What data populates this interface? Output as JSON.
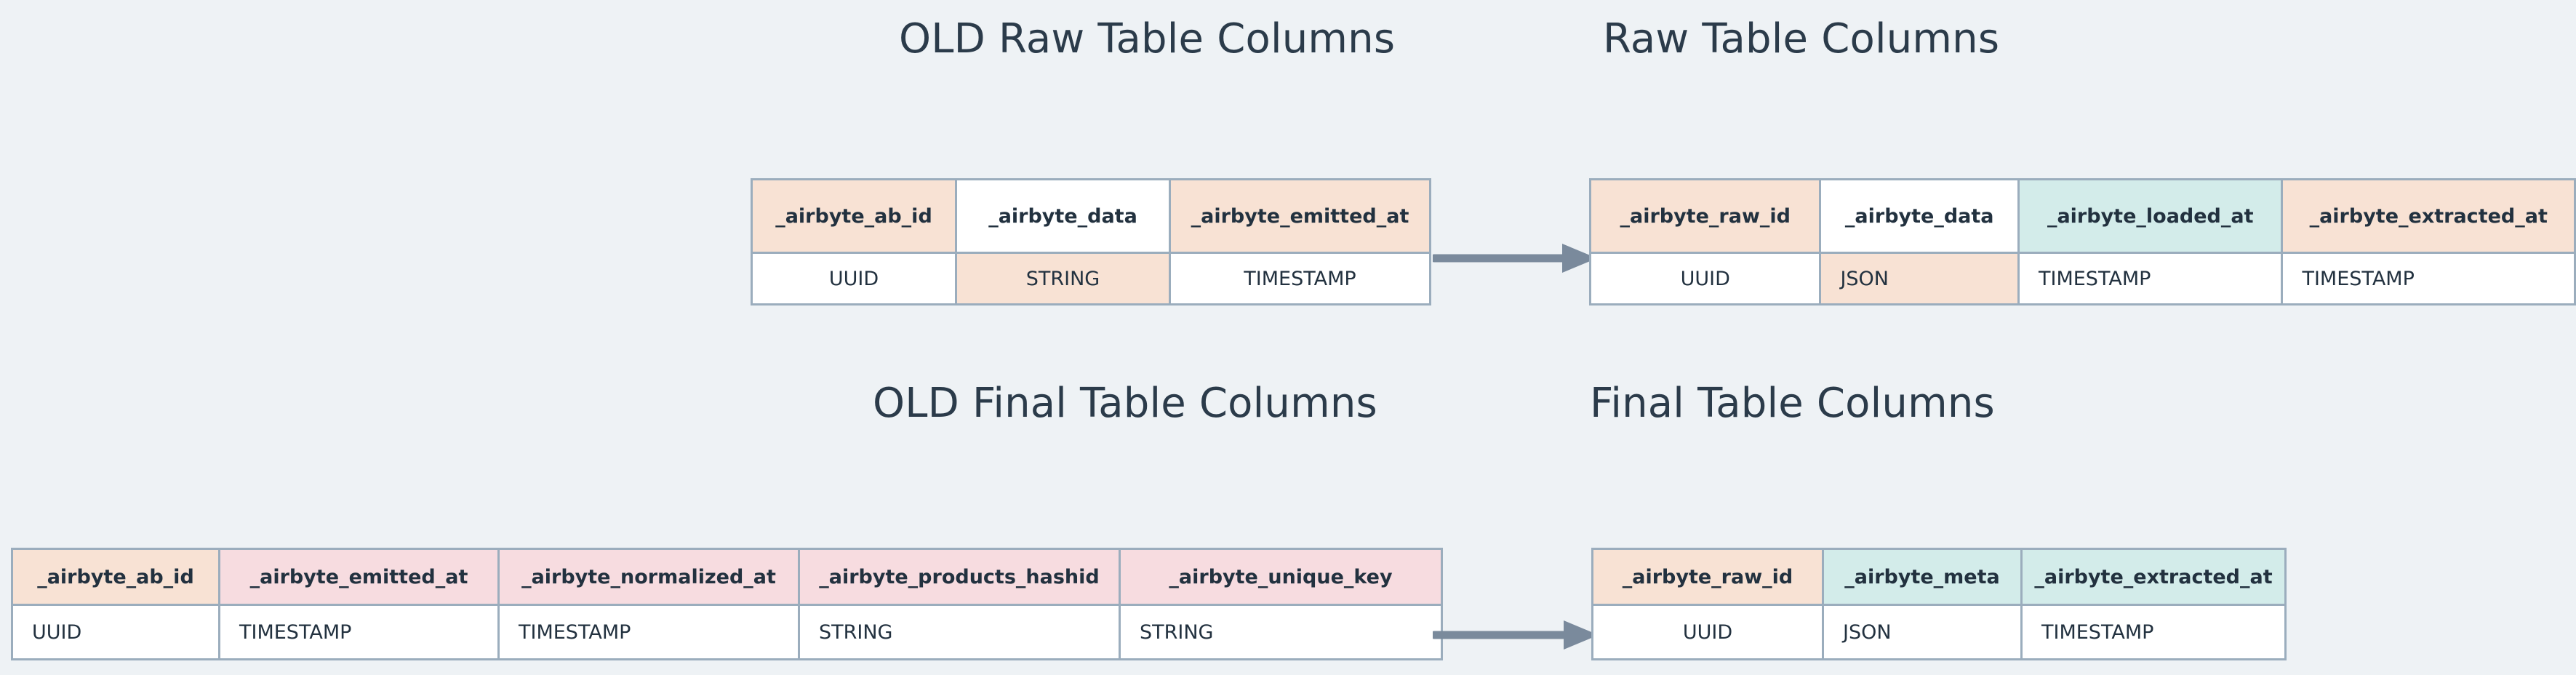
{
  "background_color": "#eef2f5",
  "palette": {
    "peach": "#f8e2d4",
    "mint": "#d3ecea",
    "pink": "#f7dce0",
    "white": "#ffffff",
    "border": "#9badbd",
    "text": "#22313f",
    "title_text": "#2b3b4a",
    "arrow": "#7a8a9c"
  },
  "titles": {
    "old_raw": "OLD Raw Table Columns",
    "new_raw": "Raw Table Columns",
    "old_final": "OLD Final Table Columns",
    "new_final": "Final Table Columns"
  },
  "arrows": {
    "raw_label": "arrow-right",
    "final_label": "arrow-right"
  },
  "tables": {
    "old_raw": {
      "headers": [
        {
          "label": "_airbyte_ab_id",
          "fill": "peach"
        },
        {
          "label": "_airbyte_data",
          "fill": "white"
        },
        {
          "label": "_airbyte_emitted_at",
          "fill": "peach"
        }
      ],
      "row": [
        {
          "value": "UUID",
          "fill": "white"
        },
        {
          "value": "STRING",
          "fill": "peach"
        },
        {
          "value": "TIMESTAMP",
          "fill": "white"
        }
      ]
    },
    "new_raw": {
      "headers": [
        {
          "label": "_airbyte_raw_id",
          "fill": "peach"
        },
        {
          "label": "_airbyte_data",
          "fill": "white"
        },
        {
          "label": "_airbyte_loaded_at",
          "fill": "mint"
        },
        {
          "label": "_airbyte_extracted_at",
          "fill": "peach"
        }
      ],
      "row": [
        {
          "value": "UUID",
          "fill": "white"
        },
        {
          "value": "JSON",
          "fill": "peach"
        },
        {
          "value": "TIMESTAMP",
          "fill": "white"
        },
        {
          "value": "TIMESTAMP",
          "fill": "white"
        }
      ]
    },
    "old_final": {
      "headers": [
        {
          "label": "_airbyte_ab_id",
          "fill": "peach"
        },
        {
          "label": "_airbyte_emitted_at",
          "fill": "pink"
        },
        {
          "label": "_airbyte_normalized_at",
          "fill": "pink"
        },
        {
          "label": "_airbyte_products_hashid",
          "fill": "pink"
        },
        {
          "label": "_airbyte_unique_key",
          "fill": "pink"
        }
      ],
      "row": [
        {
          "value": "UUID",
          "fill": "white"
        },
        {
          "value": "TIMESTAMP",
          "fill": "white"
        },
        {
          "value": "TIMESTAMP",
          "fill": "white"
        },
        {
          "value": "STRING",
          "fill": "white"
        },
        {
          "value": "STRING",
          "fill": "white"
        }
      ]
    },
    "new_final": {
      "headers": [
        {
          "label": "_airbyte_raw_id",
          "fill": "peach"
        },
        {
          "label": "_airbyte_meta",
          "fill": "mint"
        },
        {
          "label": "_airbyte_extracted_at",
          "fill": "mint"
        }
      ],
      "row": [
        {
          "value": "UUID",
          "fill": "white"
        },
        {
          "value": "JSON",
          "fill": "white"
        },
        {
          "value": "TIMESTAMP",
          "fill": "white"
        }
      ]
    }
  }
}
